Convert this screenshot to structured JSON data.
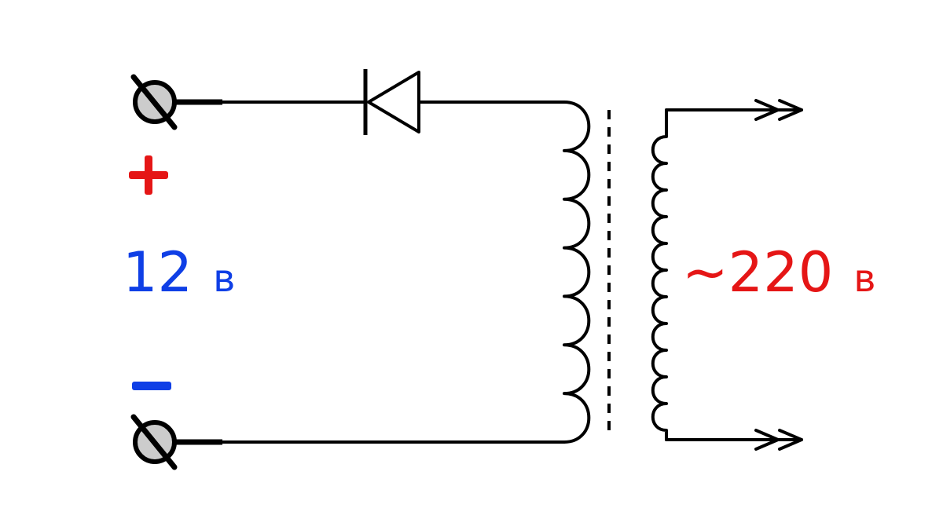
{
  "primary": {
    "voltage": "12",
    "unit": "в",
    "color": "#0f3fe6"
  },
  "secondary": {
    "voltage": "~220",
    "unit": "в",
    "color": "#e51616"
  },
  "polarity": {
    "positive_color": "#e51616",
    "negative_color": "#0f3fe6"
  },
  "components": {
    "terminals": 2,
    "diode": 1,
    "transformer": {
      "primary_turns": 7,
      "secondary_turns": 11,
      "core": "dashed"
    }
  }
}
